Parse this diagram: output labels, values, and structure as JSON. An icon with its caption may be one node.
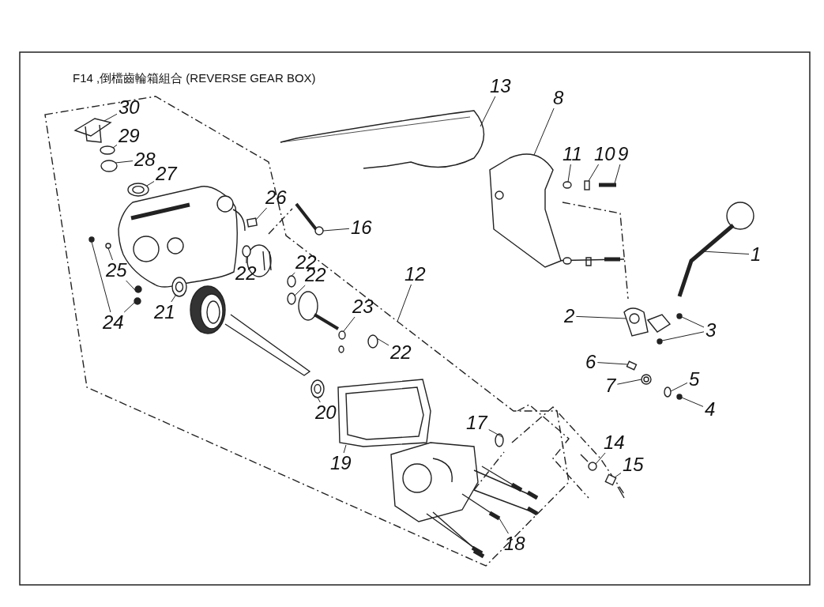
{
  "diagram": {
    "title": "F14 ,倒檔齒輪箱組合 (REVERSE GEAR BOX)",
    "nodes": [
      {
        "text": [
          "1"
        ]
      },
      {
        "text": [
          "2"
        ]
      },
      {
        "text": [
          "3"
        ]
      },
      {
        "text": [
          "4"
        ]
      },
      {
        "text": [
          "5"
        ]
      },
      {
        "text": [
          "6"
        ]
      },
      {
        "text": [
          "7"
        ]
      },
      {
        "text": [
          "8"
        ]
      },
      {
        "text": [
          "9"
        ]
      },
      {
        "text": [
          "10"
        ]
      },
      {
        "text": [
          "11"
        ]
      },
      {
        "text": [
          "12"
        ]
      },
      {
        "text": [
          "13"
        ]
      },
      {
        "text": [
          "14"
        ]
      },
      {
        "text": [
          "15"
        ]
      },
      {
        "text": [
          "16"
        ]
      },
      {
        "text": [
          "17"
        ]
      },
      {
        "text": [
          "18"
        ]
      },
      {
        "text": [
          "19"
        ]
      },
      {
        "text": [
          "20"
        ]
      },
      {
        "text": [
          "21"
        ]
      },
      {
        "text": [
          "22"
        ]
      },
      {
        "text": [
          "22"
        ]
      },
      {
        "text": [
          "22"
        ]
      },
      {
        "text": [
          "22"
        ]
      },
      {
        "text": [
          "23"
        ]
      },
      {
        "text": [
          "24"
        ]
      },
      {
        "text": [
          "25"
        ]
      },
      {
        "text": [
          "26"
        ]
      },
      {
        "text": [
          "27"
        ]
      },
      {
        "text": [
          "28"
        ]
      },
      {
        "text": [
          "29"
        ]
      },
      {
        "text": [
          "30"
        ]
      },
      {
        "text": [],
        "shape": "picture"
      },
      {
        "text": [],
        "shape": "picture"
      },
      {
        "text": [],
        "shape": "circle"
      },
      {
        "text": [],
        "shape": "circle"
      },
      {
        "text": [],
        "shape": "circle"
      },
      {
        "text": [],
        "shape": "circle"
      },
      {
        "text": [],
        "shape": "box"
      },
      {
        "text": [],
        "shape": "circle"
      },
      {
        "text": [],
        "shape": "picture"
      },
      {
        "text": [],
        "shape": "picture"
      },
      {
        "text": [],
        "shape": "box"
      },
      {
        "text": [],
        "shape": "circle"
      },
      {
        "text": [],
        "shape": "picture"
      },
      {
        "text": [],
        "shape": "circle"
      },
      {
        "text": [],
        "shape": "box"
      },
      {
        "text": [],
        "shape": "picture"
      },
      {
        "text": [],
        "shape": "circle"
      },
      {
        "text": [],
        "shape": "picture"
      },
      {
        "text": [],
        "shape": "picture"
      },
      {
        "text": [],
        "shape": "circle"
      },
      {
        "text": [],
        "shape": "circle"
      },
      {
        "text": [],
        "shape": "circle"
      },
      {
        "text": [],
        "shape": "circle"
      },
      {
        "text": [],
        "shape": "circle"
      },
      {
        "text": [],
        "shape": "circle"
      },
      {
        "text": [],
        "shape": "circle"
      },
      {
        "text": [],
        "shape": "circle"
      },
      {
        "text": [],
        "shape": "circle"
      },
      {
        "text": [],
        "shape": "circle"
      },
      {
        "text": [],
        "shape": "circle"
      },
      {
        "text": [],
        "shape": "box"
      },
      {
        "text": [],
        "shape": "circle"
      },
      {
        "text": [],
        "shape": "circle"
      },
      {
        "text": [],
        "shape": "circle"
      },
      {
        "text": [],
        "shape": "picture"
      }
    ],
    "edges": [
      {
        "from": 0,
        "to": 33,
        "arrow": "none"
      },
      {
        "from": 1,
        "to": 34,
        "arrow": "none"
      },
      {
        "from": 2,
        "to": 35,
        "arrow": "none"
      },
      {
        "from": 2,
        "to": 36,
        "arrow": "none"
      },
      {
        "from": 3,
        "to": 37,
        "arrow": "none"
      },
      {
        "from": 4,
        "to": 38,
        "arrow": "none"
      },
      {
        "from": 5,
        "to": 39,
        "arrow": "none"
      },
      {
        "from": 6,
        "to": 40,
        "arrow": "none"
      },
      {
        "from": 7,
        "to": 41,
        "arrow": "none"
      },
      {
        "from": 8,
        "to": 42,
        "arrow": "none"
      },
      {
        "from": 9,
        "to": 43,
        "arrow": "none"
      },
      {
        "from": 10,
        "to": 44,
        "arrow": "none"
      },
      {
        "from": 11,
        "to": null,
        "arrow": "none"
      },
      {
        "from": 12,
        "to": 45,
        "arrow": "none"
      },
      {
        "from": 13,
        "to": 46,
        "arrow": "none"
      },
      {
        "from": 14,
        "to": 47,
        "arrow": "none"
      },
      {
        "from": 15,
        "to": 48,
        "arrow": "none"
      },
      {
        "from": 16,
        "to": 49,
        "arrow": "none"
      },
      {
        "from": 17,
        "to": 50,
        "arrow": "none"
      },
      {
        "from": 18,
        "to": 51,
        "arrow": "none"
      },
      {
        "from": 19,
        "to": 52,
        "arrow": "none"
      },
      {
        "from": 20,
        "to": 53,
        "arrow": "none"
      },
      {
        "from": 21,
        "to": 54,
        "arrow": "none"
      },
      {
        "from": 22,
        "to": 55,
        "arrow": "none"
      },
      {
        "from": 23,
        "to": 56,
        "arrow": "none"
      },
      {
        "from": 24,
        "to": 57,
        "arrow": "none"
      },
      {
        "from": 25,
        "to": 58,
        "arrow": "none"
      },
      {
        "from": 26,
        "to": 59,
        "arrow": "none"
      },
      {
        "from": 26,
        "to": 60,
        "arrow": "none"
      },
      {
        "from": 27,
        "to": 61,
        "arrow": "none"
      },
      {
        "from": 27,
        "to": 62,
        "arrow": "none"
      },
      {
        "from": 28,
        "to": 63,
        "arrow": "none"
      },
      {
        "from": 29,
        "to": 64,
        "arrow": "none"
      },
      {
        "from": 30,
        "to": 65,
        "arrow": "none"
      },
      {
        "from": 31,
        "to": 66,
        "arrow": "none"
      },
      {
        "from": 32,
        "to": 67,
        "arrow": "none"
      }
    ]
  }
}
